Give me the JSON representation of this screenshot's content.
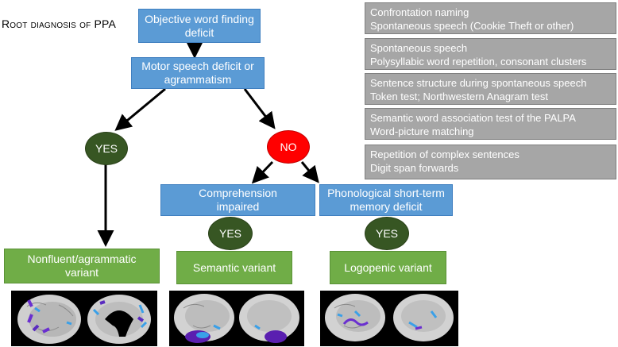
{
  "title": "Root diagnosis of PPA",
  "boxes": {
    "objective": [
      "Objective word finding",
      "deficit"
    ],
    "motor": [
      "Motor speech deficit or",
      "agrammatism"
    ],
    "comprehension": [
      "Comprehension",
      "impaired"
    ],
    "phonological": [
      "Phonological short-term",
      "memory deficit"
    ]
  },
  "decisions": {
    "yes_left": "YES",
    "no": "NO",
    "yes_semantic": "YES",
    "yes_logopenic": "YES"
  },
  "variants": {
    "nonfluent": [
      "Nonfluent/agrammatic",
      "variant"
    ],
    "semantic": "Semantic variant",
    "logopenic": "Logopenic variant"
  },
  "tests": [
    [
      "Confrontation naming",
      "Spontaneous speech (Cookie Theft or other)"
    ],
    [
      "Spontaneous speech",
      "Polysyllabic word repetition, consonant clusters"
    ],
    [
      "Sentence structure during spontaneous speech",
      "Token test; Northwestern Anagram test"
    ],
    [
      "Semantic word association test of the PALPA",
      "Word-picture matching"
    ],
    [
      "Repetition of complex sentences",
      "Digit span forwards"
    ]
  ],
  "colors": {
    "box_blue": "#5b9bd5",
    "variant_green": "#70ad47",
    "yes_dark_green": "#375623",
    "no_red": "#ff0000",
    "test_grey": "#a6a6a6",
    "atrophy_purple": "#6a2fd0",
    "atrophy_blue": "#3aa0e8"
  }
}
